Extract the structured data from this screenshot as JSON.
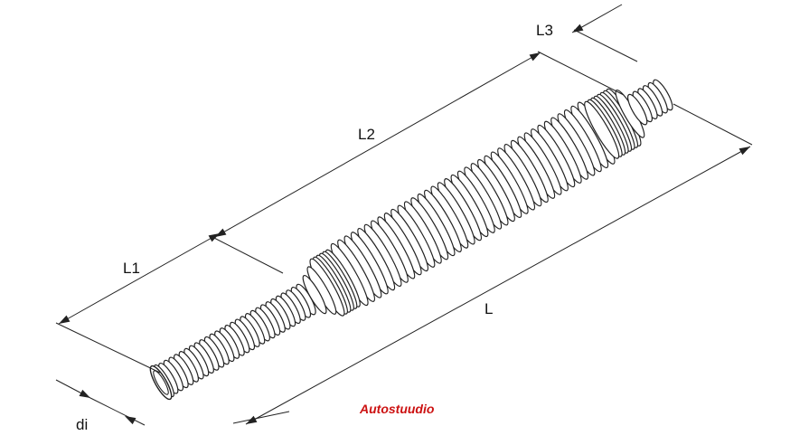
{
  "dimensions": {
    "L1": "L1",
    "L2": "L2",
    "L3": "L3",
    "L": "L",
    "di": "di"
  },
  "watermark": {
    "text": "Autostuudio",
    "color": "#cc1111"
  },
  "colors": {
    "line": "#222222",
    "fill": "#ffffff"
  }
}
